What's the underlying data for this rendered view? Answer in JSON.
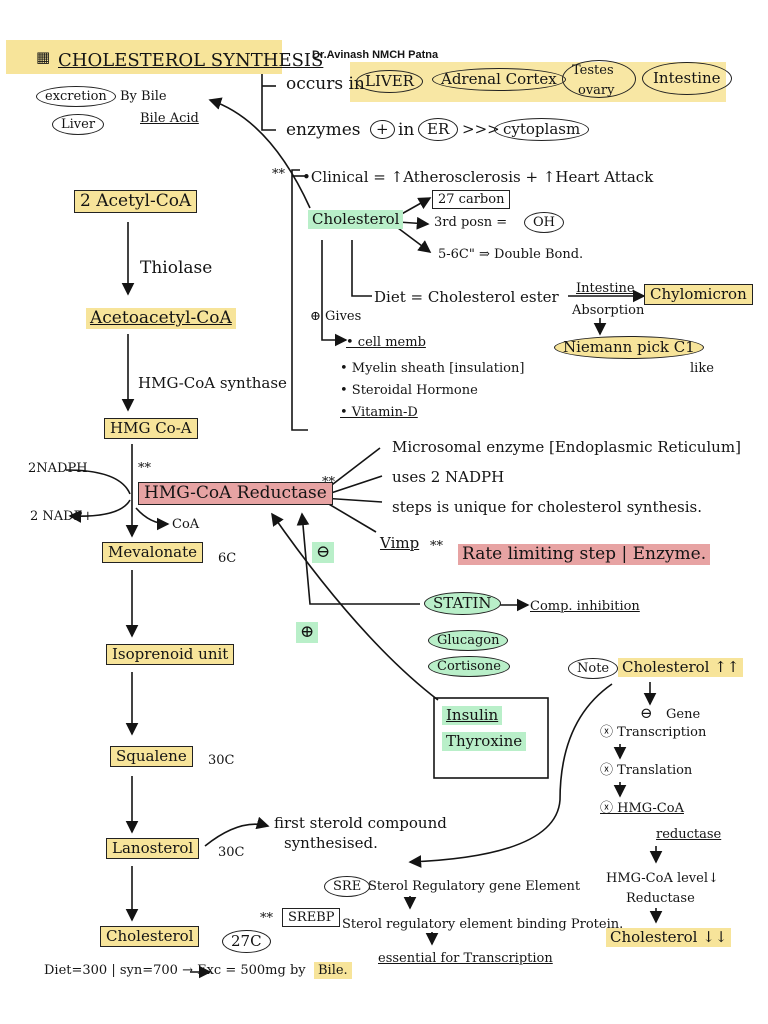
{
  "title": "CHOLESTEROL SYNTHESIS",
  "author": "Dr.Avinash NMCH Patna",
  "grid_icon": "grid-icon",
  "excretion": {
    "excretion": "excretion",
    "by_bile": "By Bile",
    "liver": "Liver",
    "bile_acid": "Bile Acid"
  },
  "occurs": {
    "label": "occurs in",
    "sites": [
      "LIVER",
      "Adrenal Cortex",
      "Testes",
      "ovary",
      "Intestine"
    ]
  },
  "enzymes": {
    "label": "enzymes",
    "plus": "+",
    "in": "in",
    "er": "ER",
    "arrows": ">>>",
    "cytoplasm": "cytoplasm"
  },
  "pathway": {
    "acetyl": "2 Acetyl-CoA",
    "thiolase": "Thiolase",
    "acetoacetyl": "Acetoacetyl-CoA",
    "hmg_synthase": "HMG-CoA synthase",
    "hmg_coa": "HMG Co-A",
    "nadph": "2NADPH",
    "nadp": "2 NADP+",
    "stars": "**",
    "reductase": "HMG-CoA Reductase",
    "coa": "CoA",
    "mevalonate": "Mevalonate",
    "mevalonate_c": "6C",
    "isoprenoid": "Isoprenoid unit",
    "squalene": "Squalene",
    "squalene_c": "30C",
    "lanosterol": "Lanosterol",
    "lanosterol_c": "30C",
    "first_sterol": "first sterold compound",
    "synthesised": "synthesised.",
    "cholesterol": "Cholesterol",
    "cholesterol_c": "27C",
    "bottom_note_1": "Diet=300 | syn=700 → Exc = 500mg by",
    "bottom_note_2": "Bile."
  },
  "clinical": {
    "stars": "**",
    "clinical": "•Clinical = ↑Atherosclerosis + ↑Heart Attack",
    "cholesterol": "Cholesterol",
    "carbon": "27 carbon",
    "third_pos": "3rd posn =",
    "oh": "OH",
    "double_bond": "5-6C\" ⇒ Double Bond.",
    "diet": "Diet = Cholesterol ester",
    "intestine": "Intestine",
    "absorption": "Absorption",
    "chylomicron": "Chylomicron",
    "niemann": "Niemann pick C1",
    "like": "like",
    "gives": "⊕ Gives",
    "uses": [
      "• cell memb",
      "• Myelin sheath [insulation]",
      "• Steroidal Hormone",
      "• Vitamin-D"
    ]
  },
  "reductase_notes": {
    "stars": "**",
    "microsomal": "Microsomal enzyme [Endoplasmic Reticulum]",
    "uses": "uses 2 NADPH",
    "steps": "steps is unique for cholesterol synthesis.",
    "vimp": "Vimp",
    "vimp_stars": "**",
    "rate": "Rate limiting step | Enzyme."
  },
  "regulation": {
    "minus": "⊖",
    "plus": "⊕",
    "statin": "STATIN",
    "comp": "Comp. inhibition",
    "glucagon": "Glucagon",
    "cortisone": "Cortisone",
    "insulin": "Insulin",
    "thyroxine": "Thyroxine"
  },
  "note": {
    "note": "Note",
    "cholesterol_up": "Cholesterol ↑↑",
    "minus": "⊖",
    "gene": "Gene",
    "transcription": "ⓧ Transcription",
    "translation": "ⓧ Translation",
    "hmg_coa": "ⓧ HMG-CoA",
    "reductase": "reductase",
    "hmg_level": "HMG-CoA level↓",
    "reductase2": "Reductase",
    "cholesterol_down": "Cholesterol ↓↓"
  },
  "sre": {
    "sre": "SRE",
    "sre_text": "Sterol Regulatory gene Element",
    "stars": "**",
    "srebp": "SREBP",
    "srebp_text": "Sterol regulatory element binding Protein.",
    "essential": "essential for Transcription"
  },
  "colors": {
    "yellow": "#f7e49a",
    "green": "#b9efc9",
    "red": "#e7a3a3",
    "ink": "#141414"
  }
}
